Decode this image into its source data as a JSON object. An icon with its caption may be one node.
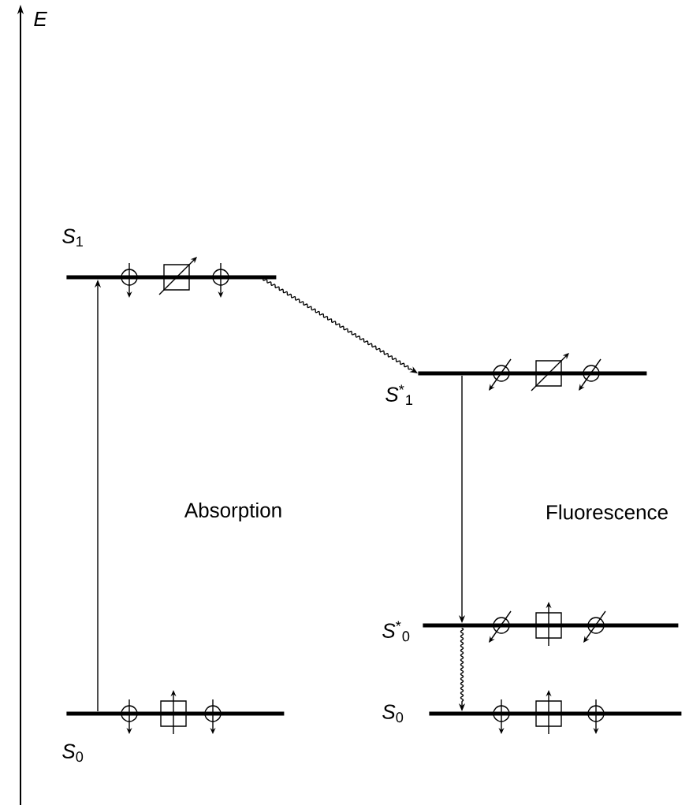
{
  "diagram": {
    "nodes": [
      {
        "text": [
          "*S*$_{1}$"
        ]
      },
      {
        "text": [
          "*S*$^{*}$$_{1}$"
        ]
      },
      {
        "text": [
          "*S*$^{*}$$_{0}$"
        ]
      },
      {
        "text": [
          "*S*$_{0}$"
        ]
      },
      {
        "text": [
          "*S*$_{0}$"
        ]
      }
    ],
    "edges": [
      {
        "from": 4,
        "to": 0,
        "arrow": "to",
        "label": "Absorption"
      },
      {
        "from": 0,
        "to": 1,
        "arrow": "to"
      },
      {
        "from": 1,
        "to": 2,
        "arrow": "to",
        "label": "Fluorescence"
      },
      {
        "from": 2,
        "to": 3,
        "arrow": "to"
      }
    ],
    "labels": [
      "*E*"
    ]
  }
}
